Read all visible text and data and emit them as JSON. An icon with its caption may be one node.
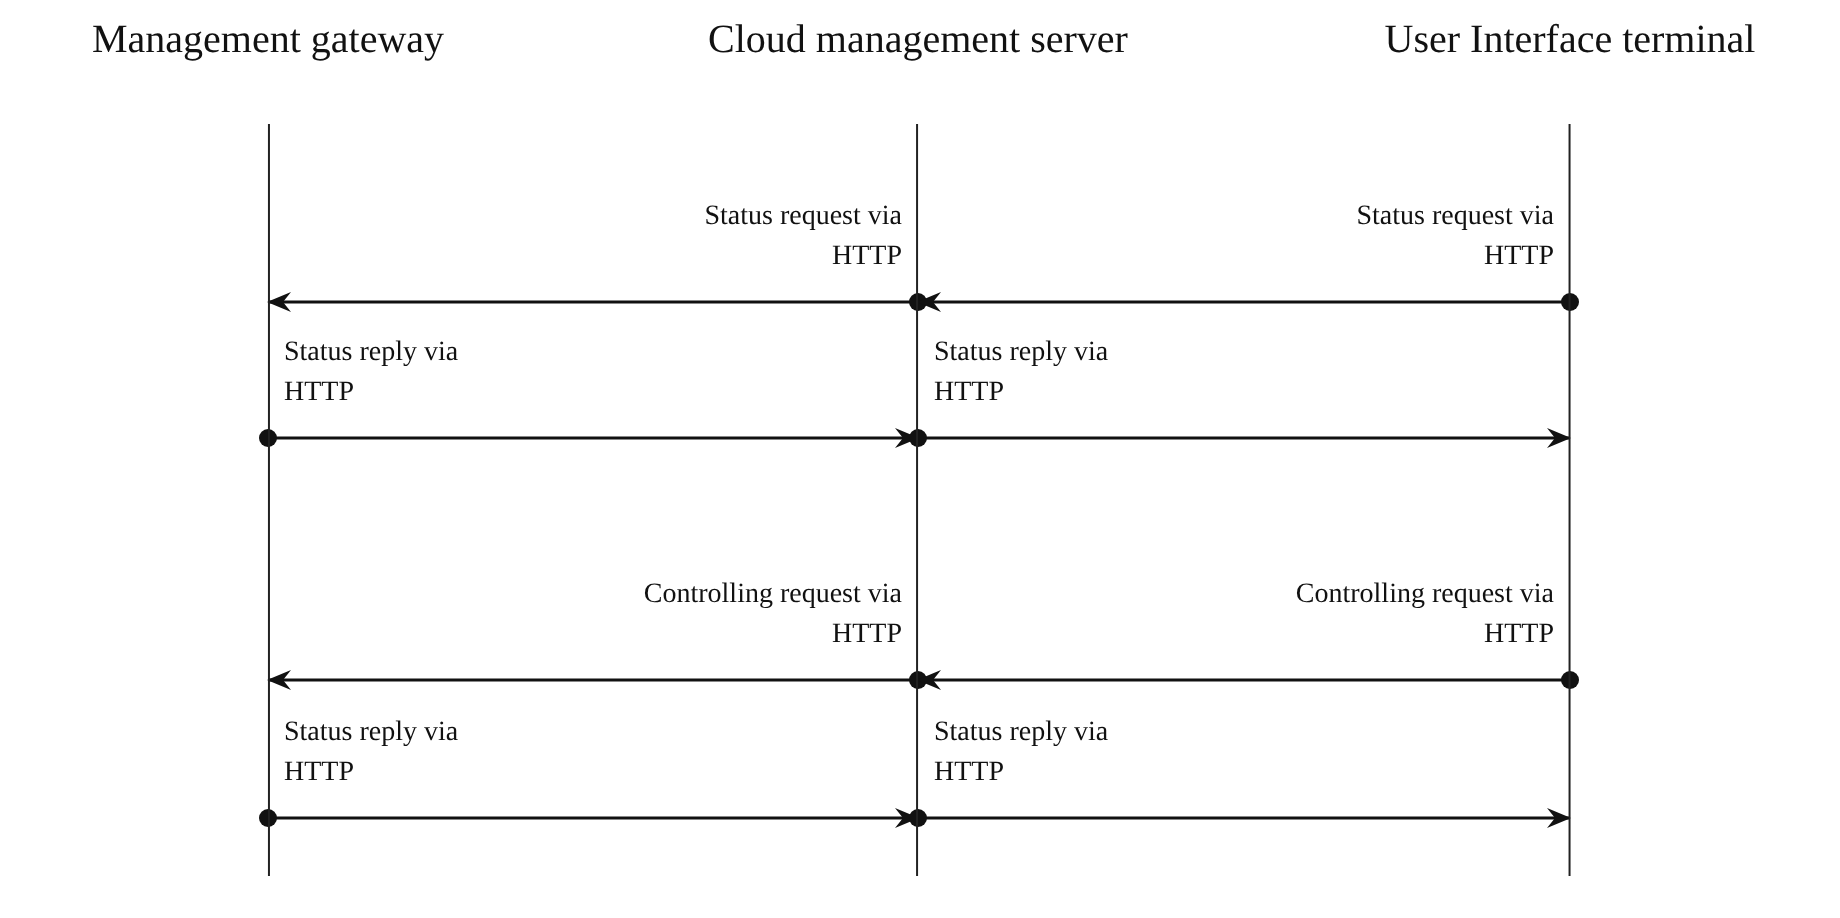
{
  "diagram": {
    "nodes": [
      {
        "text": [
          "Management gateway"
        ]
      },
      {
        "text": [
          "Cloud management server"
        ]
      },
      {
        "text": [
          "User Interface terminal"
        ]
      }
    ],
    "edges": [
      {
        "from": 1,
        "to": 0,
        "arrow": "to",
        "label": "Status request via HTTP"
      },
      {
        "from": 2,
        "to": 1,
        "arrow": "to",
        "label": "Status request via HTTP"
      },
      {
        "from": 0,
        "to": 1,
        "arrow": "to",
        "label": "Status reply via HTTP"
      },
      {
        "from": 1,
        "to": 2,
        "arrow": "to",
        "label": "Status reply via HTTP"
      },
      {
        "from": 1,
        "to": 0,
        "arrow": "to",
        "label": "Controlling request via HTTP"
      },
      {
        "from": 2,
        "to": 1,
        "arrow": "to",
        "label": "Controlling request via HTTP"
      },
      {
        "from": 0,
        "to": 1,
        "arrow": "to",
        "label": "Status reply via HTTP"
      },
      {
        "from": 1,
        "to": 2,
        "arrow": "to",
        "label": "Status reply via HTTP"
      }
    ]
  }
}
